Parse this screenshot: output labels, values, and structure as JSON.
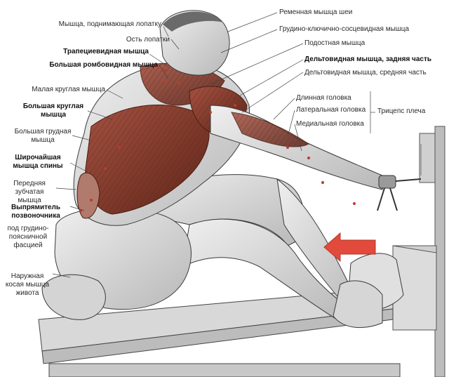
{
  "figure": {
    "labels_left": [
      {
        "key": "scapula_levator",
        "text": "Мышца, поднимающая лопатку",
        "bold": false
      },
      {
        "key": "scapula_spine",
        "text": "Ость лопатки",
        "bold": false
      },
      {
        "key": "trapezius",
        "text": "Трапециевидная мышца",
        "bold": true
      },
      {
        "key": "rhomboid_major",
        "text": "Большая ромбовидная мышца",
        "bold": true
      },
      {
        "key": "teres_minor",
        "text": "Малая круглая мышца",
        "bold": false
      },
      {
        "key": "teres_major",
        "text": "Большая круглая мышца",
        "bold": true
      },
      {
        "key": "pectoralis_major",
        "text": "Большая грудная мышца",
        "bold": false
      },
      {
        "key": "latissimus",
        "text": "Широчайшая мышца спины",
        "bold": true
      },
      {
        "key": "serratus_anterior",
        "text": "Передняя зубчатая мышца",
        "bold": false
      },
      {
        "key": "erector_spinae",
        "text": "Выпрямитель позвоночника",
        "bold": true
      },
      {
        "key": "thoracolumbar_fascia",
        "text": "под грудино-поясничной фасцией",
        "bold": false
      },
      {
        "key": "external_oblique",
        "text": "Наружная косая мышца живота",
        "bold": false
      }
    ],
    "labels_right": [
      {
        "key": "splenius",
        "text": "Ременная мышца шеи",
        "bold": false
      },
      {
        "key": "sternocleidomastoid",
        "text": "Грудино-ключично-сосцевидная мышца",
        "bold": false
      },
      {
        "key": "infraspinatus",
        "text": "Подостная мышца",
        "bold": false
      },
      {
        "key": "deltoid_posterior",
        "text": "Дельтовидная мышца, задняя часть",
        "bold": true
      },
      {
        "key": "deltoid_middle",
        "text": "Дельтовидная мышца, средняя часть",
        "bold": false
      },
      {
        "key": "triceps_long",
        "text": "Длинная головка",
        "bold": false
      },
      {
        "key": "triceps_lateral",
        "text": "Латеральная головка",
        "bold": false
      },
      {
        "key": "triceps_medial",
        "text": "Медиальная головка",
        "bold": false
      },
      {
        "key": "triceps_group",
        "text": "Трицепс плеча",
        "bold": false
      }
    ]
  },
  "colors": {
    "muscle_red": "#8a3a2a",
    "muscle_dark": "#5c2418",
    "skin_grey": "#d9d9d9",
    "line_dark": "#3a3a3a",
    "arrow_red": "#e24a3b"
  }
}
